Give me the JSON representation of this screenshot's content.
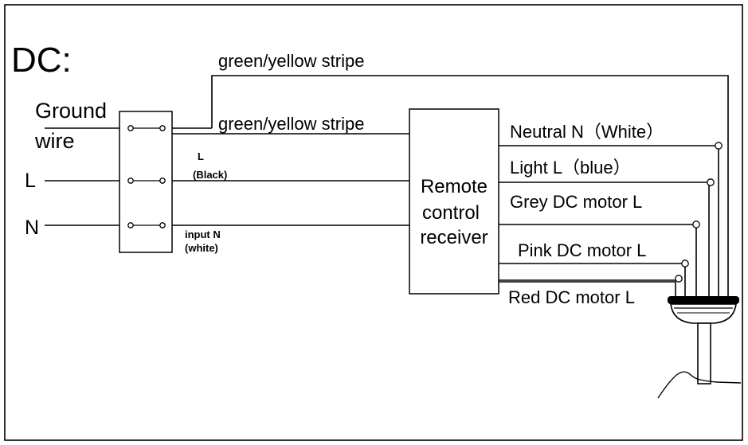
{
  "title": "DC:",
  "labels": {
    "ground_wire_line1": "Ground",
    "ground_wire_line2": "wire",
    "terminal_l": "L",
    "terminal_n": "N",
    "stripe_top": "green/yellow stripe",
    "stripe_mid": "green/yellow stripe",
    "l_black_line1": "L",
    "l_black_line2": "(Black)",
    "input_n_line1": "input  N",
    "input_n_line2": "(white)",
    "receiver_line1": "Remote",
    "receiver_line2": "control",
    "receiver_line3": "receiver",
    "out_neutral": "Neutral  N（White）",
    "out_light": "Light L（blue）",
    "out_grey": "Grey DC motor L",
    "out_pink": "Pink DC motor L",
    "out_red": "Red DC motor L"
  }
}
